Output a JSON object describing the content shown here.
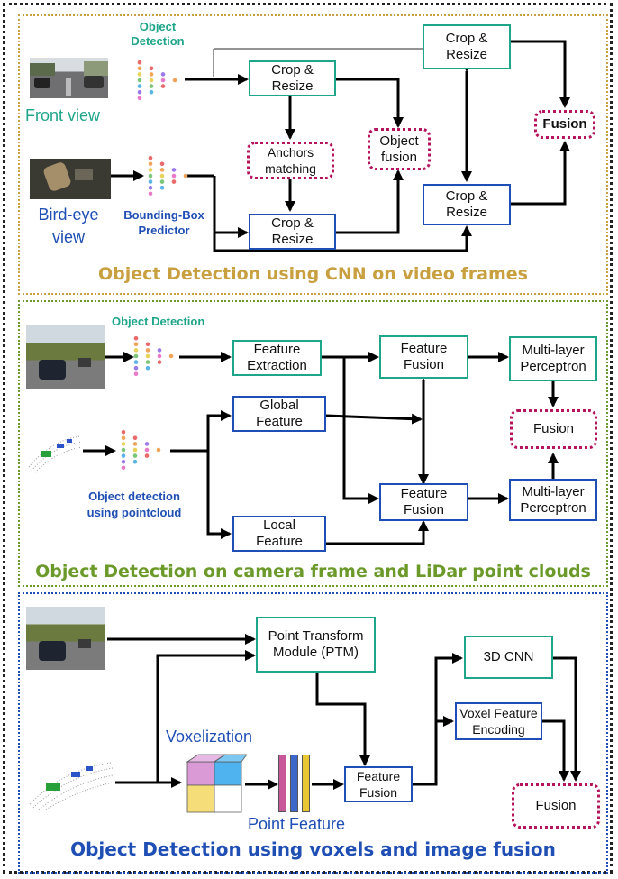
{
  "section1": {
    "title": "Object Detection using CNN on video frames",
    "object_detection_label": "Object\nDetection",
    "front_view_label": "Front view",
    "bird_eye_label": "Bird-eye\nview",
    "bbox_predictor_label": "Bounding-Box\nPredictor",
    "crop_resize_front_inner": "Crop &\nResize",
    "crop_resize_front_outer": "Crop &\nResize",
    "crop_resize_bird_inner": "Crop &\nResize",
    "crop_resize_bird_outer": "Crop &\nResize",
    "anchors_matching": "Anchors\nmatching",
    "object_fusion": "Object\nfusion",
    "fusion": "Fusion"
  },
  "section2": {
    "title": "Object Detection on camera frame and LiDar point clouds",
    "object_detection_label": "Object Detection",
    "pointcloud_label": "Object detection\nusing pointcloud",
    "feature_extraction": "Feature\nExtraction",
    "global_feature": "Global\nFeature",
    "local_feature": "Local\nFeature",
    "feature_fusion_top": "Feature\nFusion",
    "feature_fusion_bottom": "Feature\nFusion",
    "mlp_top": "Multi-layer\nPerceptron",
    "mlp_bottom": "Multi-layer\nPerceptron",
    "fusion": "Fusion"
  },
  "section3": {
    "title": "Object Detection using voxels and image fusion",
    "ptm": "Point Transform\nModule (PTM)",
    "voxelization_label": "Voxelization",
    "point_feature_label": "Point Feature",
    "feature_fusion": "Feature\nFusion",
    "cnn3d": "3D CNN",
    "voxel_feature_encoding": "Voxel Feature\nEncoding",
    "fusion": "Fusion"
  },
  "colors": {
    "teal": "#1fa58a",
    "blue": "#1f4fb4",
    "gold": "#c9a040",
    "green": "#6b9a2a",
    "magenta": "#b5135e"
  }
}
